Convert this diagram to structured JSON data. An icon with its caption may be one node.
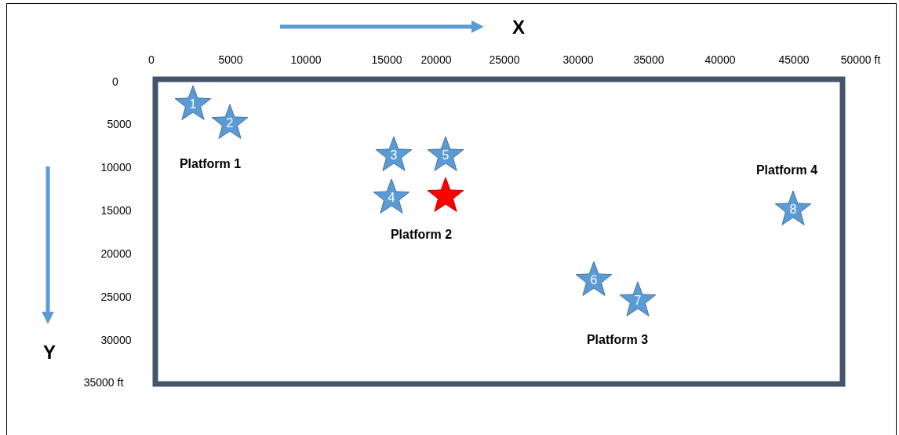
{
  "diagram": {
    "nodes": [
      {
        "text": [
          "1"
        ]
      },
      {
        "text": [
          "2"
        ]
      },
      {
        "text": [
          "3"
        ]
      },
      {
        "text": [
          "5"
        ]
      },
      {
        "text": [
          "4"
        ]
      },
      {
        "text": [],
        "shape": "star"
      },
      {
        "text": [
          "8"
        ]
      },
      {
        "text": [
          "6"
        ]
      },
      {
        "text": [
          "7"
        ]
      }
    ],
    "edges": [],
    "labels": [
      "X",
      "0",
      "5000",
      "10000",
      "15000",
      "20000",
      "25000",
      "30000",
      "35000",
      "40000",
      "45000",
      "50000 ft",
      "0",
      "5000",
      "10000",
      "Platform 1",
      "Platform 4",
      "15000",
      "20000",
      "Platform 2",
      "25000",
      "30000",
      "Platform 3",
      "Y",
      "35000 ft"
    ]
  }
}
